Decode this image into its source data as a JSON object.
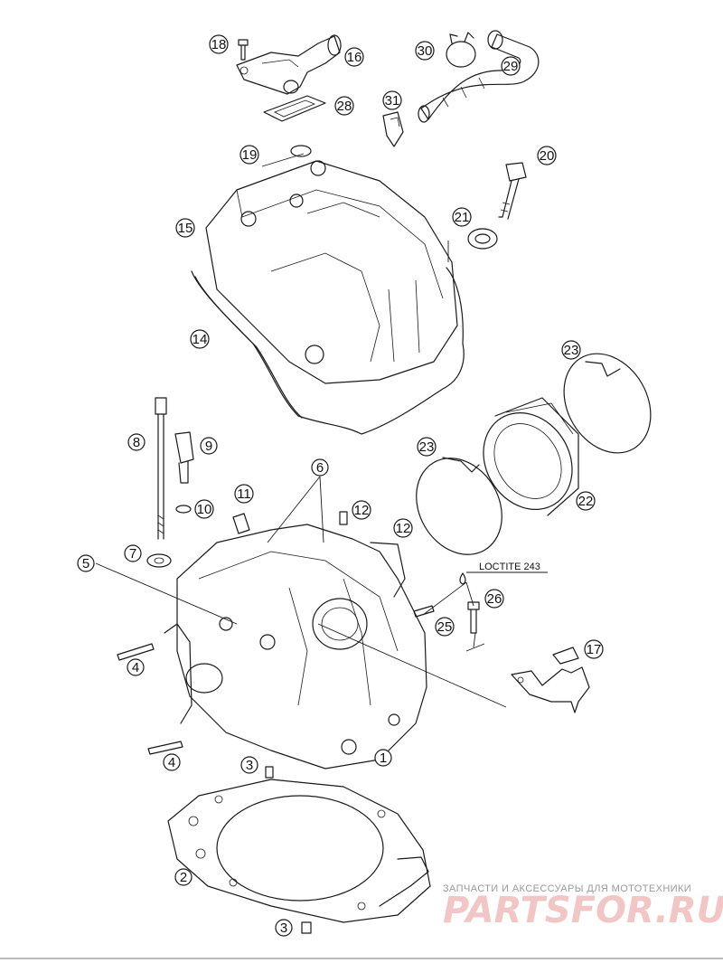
{
  "callouts": [
    {
      "num": "1",
      "name": "cylinder-head"
    },
    {
      "num": "2",
      "name": "cylinder-head-gasket"
    },
    {
      "num": "3",
      "name": "dowel-pin-upper"
    },
    {
      "num": "3",
      "name": "dowel-pin-lower"
    },
    {
      "num": "4",
      "name": "stud-bolt-upper"
    },
    {
      "num": "4",
      "name": "stud-bolt-lower"
    },
    {
      "num": "5",
      "name": "cylinder-head-callout-5"
    },
    {
      "num": "6",
      "name": "cylinder-head-callout-6"
    },
    {
      "num": "7",
      "name": "washer"
    },
    {
      "num": "8",
      "name": "long-screw"
    },
    {
      "num": "9",
      "name": "temperature-sensor"
    },
    {
      "num": "10",
      "name": "sensor-o-ring"
    },
    {
      "num": "11",
      "name": "plug"
    },
    {
      "num": "12",
      "name": "stud-upper"
    },
    {
      "num": "12",
      "name": "stud-side"
    },
    {
      "num": "14",
      "name": "valve-cover-gasket"
    },
    {
      "num": "15",
      "name": "valve-cover"
    },
    {
      "num": "16",
      "name": "thermostat-housing"
    },
    {
      "num": "17",
      "name": "bracket"
    },
    {
      "num": "18",
      "name": "housing-screw"
    },
    {
      "num": "19",
      "name": "o-ring-small"
    },
    {
      "num": "20",
      "name": "cover-bolt"
    },
    {
      "num": "21",
      "name": "bolt-seal"
    },
    {
      "num": "22",
      "name": "intake-flange"
    },
    {
      "num": "23",
      "name": "hose-clamp-upper"
    },
    {
      "num": "23",
      "name": "hose-clamp-lower"
    },
    {
      "num": "25",
      "name": "stud-25"
    },
    {
      "num": "26",
      "name": "screw-26"
    },
    {
      "num": "28",
      "name": "housing-gasket"
    },
    {
      "num": "29",
      "name": "coolant-hose"
    },
    {
      "num": "30",
      "name": "hose-clip"
    },
    {
      "num": "31",
      "name": "connector"
    }
  ],
  "note": "LOCTITE 243",
  "watermark": {
    "tagline": "ЗАПЧАСТИ И АКСЕССУАРЫ ДЛЯ МОТОТЕХНИКИ",
    "brand": "PARTSFOR.RU"
  },
  "colors": {
    "line": "#1a1a1a",
    "watermark_brand": "#f3c6c6",
    "watermark_text": "#9a9a9a"
  }
}
